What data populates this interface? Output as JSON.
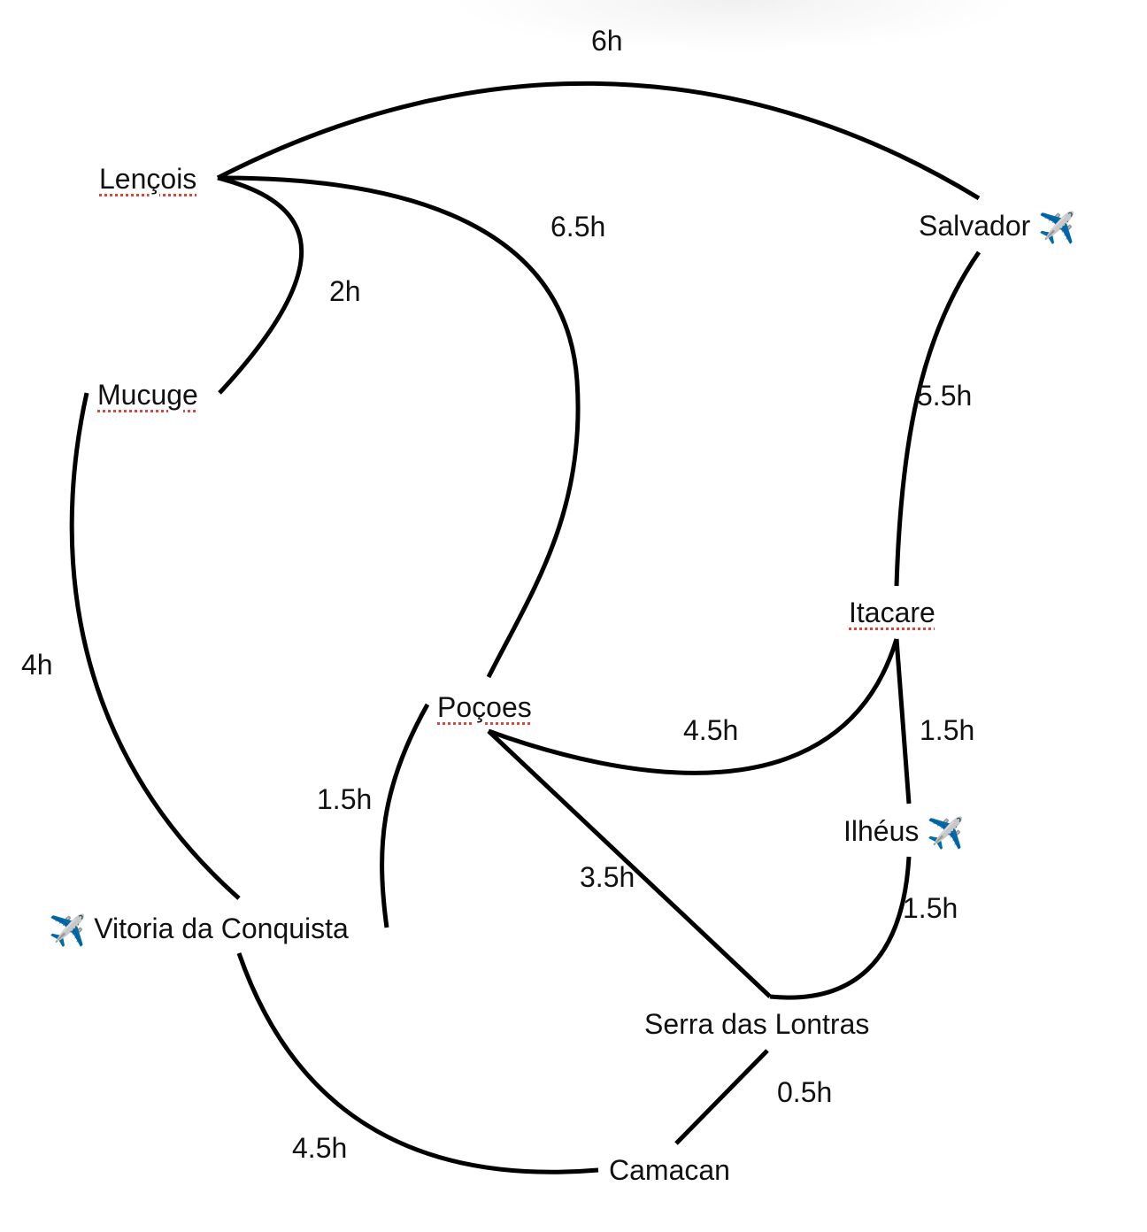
{
  "diagram": {
    "type": "travel-route-graph",
    "nodes": [
      {
        "id": "lencois",
        "name": "Lençois",
        "airport": false,
        "spellcheck_flag": true
      },
      {
        "id": "mucuge",
        "name": "Mucuge",
        "airport": false,
        "spellcheck_flag": true
      },
      {
        "id": "salvador",
        "name": "Salvador",
        "airport": true,
        "spellcheck_flag": false
      },
      {
        "id": "itacare",
        "name": "Itacare",
        "airport": false,
        "spellcheck_flag": true
      },
      {
        "id": "pocoes",
        "name": "Poçoes",
        "airport": false,
        "spellcheck_flag": true
      },
      {
        "id": "ilheus",
        "name": "Ilhéus",
        "airport": true,
        "spellcheck_flag": false
      },
      {
        "id": "vitoria",
        "name": "Vitoria da Conquista",
        "airport": true,
        "spellcheck_flag": false
      },
      {
        "id": "serra",
        "name": "Serra das Lontras",
        "airport": false,
        "spellcheck_flag": false
      },
      {
        "id": "camacan",
        "name": "Camacan",
        "airport": false,
        "spellcheck_flag": false
      }
    ],
    "edges": [
      {
        "from": "lencois",
        "to": "salvador",
        "label": "6h"
      },
      {
        "from": "lencois",
        "to": "mucuge",
        "label": "2h"
      },
      {
        "from": "lencois",
        "to": "pocoes",
        "label": "6.5h"
      },
      {
        "from": "salvador",
        "to": "itacare",
        "label": "5.5h"
      },
      {
        "from": "mucuge",
        "to": "vitoria",
        "label": "4h"
      },
      {
        "from": "pocoes",
        "to": "itacare",
        "label": "4.5h"
      },
      {
        "from": "itacare",
        "to": "ilheus",
        "label": "1.5h"
      },
      {
        "from": "pocoes",
        "to": "vitoria",
        "label": "1.5h"
      },
      {
        "from": "pocoes",
        "to": "serra",
        "label": "3.5h"
      },
      {
        "from": "ilheus",
        "to": "serra",
        "label": "1.5h"
      },
      {
        "from": "serra",
        "to": "camacan",
        "label": "0.5h"
      },
      {
        "from": "vitoria",
        "to": "camacan",
        "label": "4.5h"
      }
    ],
    "airport_icon": "airplane-icon",
    "airport_glyph": "✈️",
    "colors": {
      "edge": "#000000",
      "spellcheck_underline": "#e0453a",
      "airplane": "#4a9fe0"
    }
  }
}
